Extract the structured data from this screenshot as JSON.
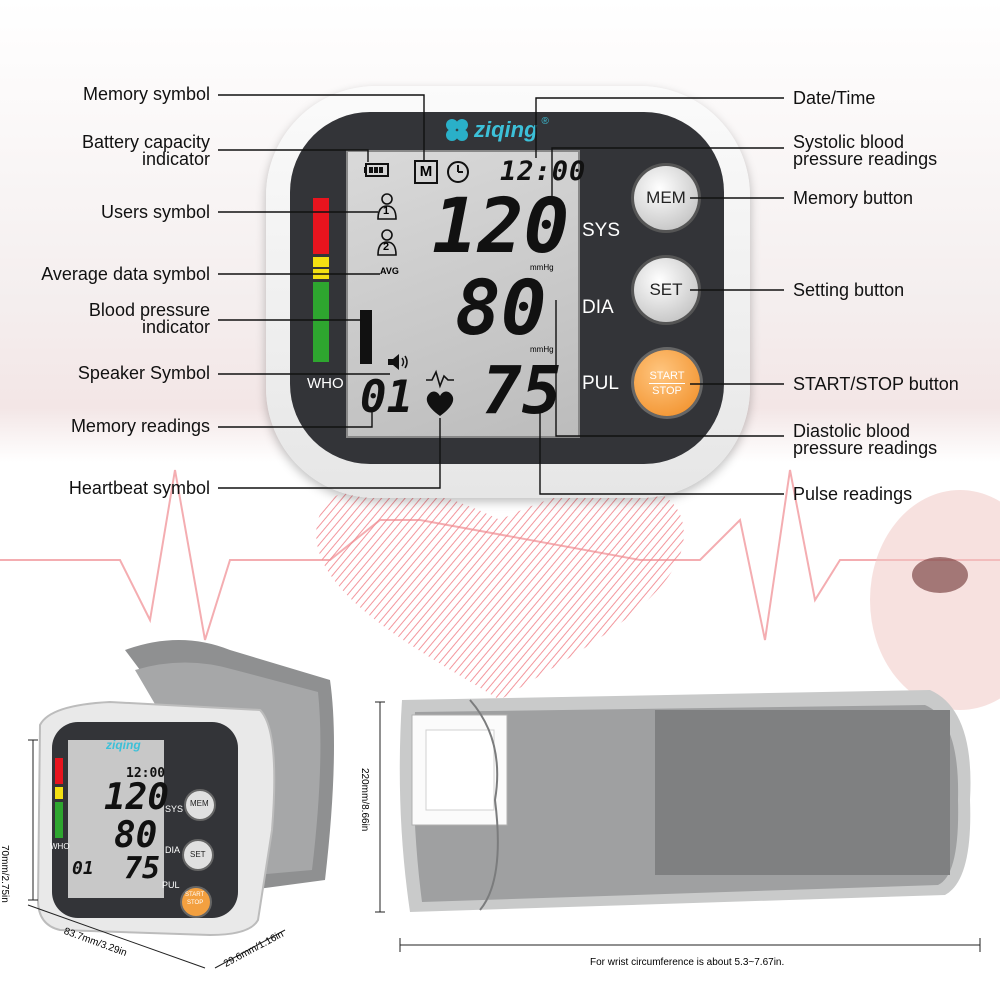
{
  "brand": {
    "name": "ziqing",
    "registered": "®"
  },
  "display": {
    "time": "12:00",
    "memory_flag": "M",
    "user1": "1",
    "user2": "2",
    "avg_label": "AVG",
    "systolic": "120",
    "diastolic": "80",
    "pulse": "75",
    "unit": "mmHg",
    "memory_number": "01",
    "who_label": "WHO",
    "sys_tag": "SYS",
    "dia_tag": "DIA",
    "pul_tag": "PUL"
  },
  "buttons": {
    "mem": "MEM",
    "set": "SET",
    "start": "START",
    "stop": "STOP"
  },
  "callouts_left": {
    "memory_symbol": "Memory symbol",
    "battery_1": "Battery capacity",
    "battery_2": "indicator",
    "users_symbol": "Users symbol",
    "average_symbol": "Average data symbol",
    "bp_indicator_1": "Blood pressure",
    "bp_indicator_2": "indicator",
    "speaker_symbol": "Speaker Symbol",
    "memory_readings": "Memory readings",
    "heartbeat_symbol": "Heartbeat symbol"
  },
  "callouts_right": {
    "date_time": "Date/Time",
    "systolic_1": "Systolic blood",
    "systolic_2": "pressure readings",
    "memory_button": "Memory button",
    "setting_button": "Setting button",
    "start_stop_button": "START/STOP button",
    "diastolic_1": "Diastolic blood",
    "diastolic_2": "pressure readings",
    "pulse_readings": "Pulse readings"
  },
  "dimensions": {
    "height": "70mm/2.75in",
    "width": "83.7mm/3.29in",
    "depth": "29.6mm/1.16in",
    "cuff_length": "220mm/8.66in",
    "wrist_note": "For wrist circumference is about 5.3~7.67in."
  },
  "colors": {
    "red": "#e8141e",
    "yellow": "#f3e012",
    "green": "#2ea62f",
    "orange": "#f4a040",
    "bezel": "#333438"
  }
}
